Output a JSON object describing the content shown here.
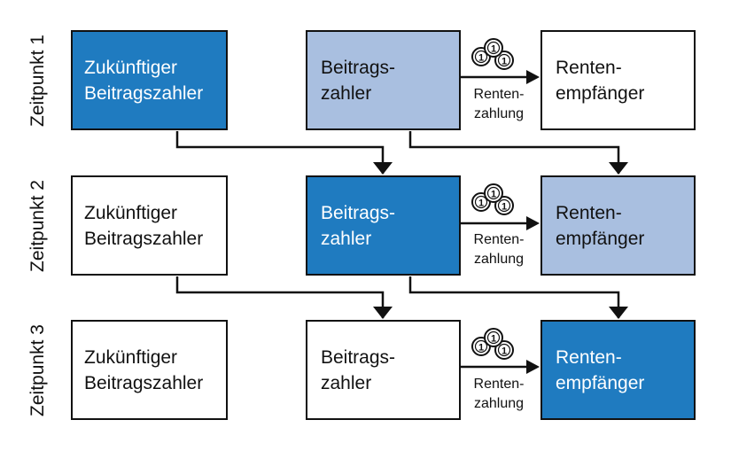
{
  "timepoints": [
    "Zeitpunkt 1",
    "Zeitpunkt 2",
    "Zeitpunkt 3"
  ],
  "rows": [
    {
      "future_payer": "Zukünftiger\nBeitragszahler",
      "payer": "Beitrags-\nzahler",
      "recipient": "Renten-\nempfänger",
      "payment_label": "Renten-\nzahlung"
    },
    {
      "future_payer": "Zukünftiger\nBeitragszahler",
      "payer": "Beitrags-\nzahler",
      "recipient": "Renten-\nempfänger",
      "payment_label": "Renten-\nzahlung"
    },
    {
      "future_payer": "Zukünftiger\nBeitragszahler",
      "payer": "Beitrags-\nzahler",
      "recipient": "Renten-\nempfänger",
      "payment_label": "Renten-\nzahlung"
    }
  ],
  "coin_digit": "1",
  "colors": {
    "active": "#1f7bc0",
    "previous": "#a9bfe0",
    "inactive": "#ffffff",
    "line": "#111111"
  }
}
